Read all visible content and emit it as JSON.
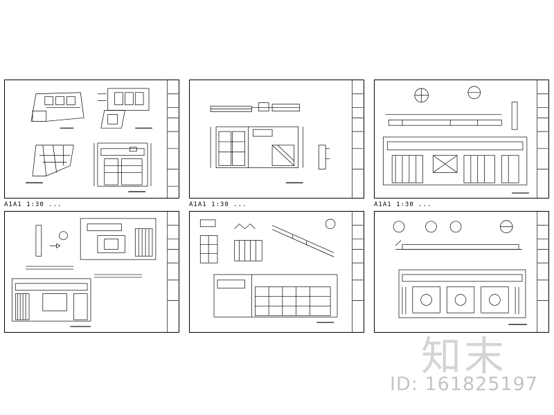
{
  "sheets": [
    {
      "caption": "A1A1 1:30 ..."
    },
    {
      "caption": "A1A1 1:30 ..."
    },
    {
      "caption": "A1A1 1:30 ..."
    },
    {
      "caption": ""
    },
    {
      "caption": ""
    },
    {
      "caption": ""
    }
  ],
  "watermark": {
    "logo_text": "知末",
    "id_text": "ID: 161825197"
  },
  "colors": {
    "line": "#000000",
    "watermark": "#cccccc"
  }
}
